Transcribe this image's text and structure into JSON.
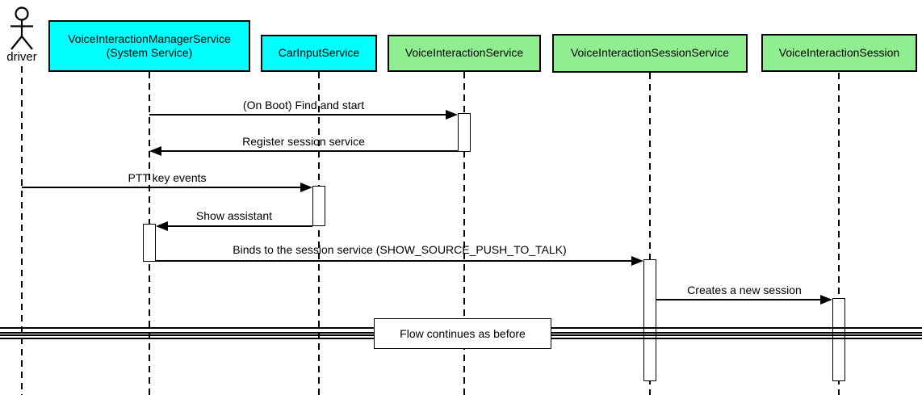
{
  "diagram": {
    "type": "uml-sequence",
    "actor": {
      "name": "driver"
    },
    "participants": [
      {
        "label": "VoiceInteractionManagerService\n(System Service)",
        "color": "#00FFFF"
      },
      {
        "label": "CarInputService",
        "color": "#00FFFF"
      },
      {
        "label": "VoiceInteractionService",
        "color": "#90EE90"
      },
      {
        "label": "VoiceInteractionSessionService",
        "color": "#90EE90"
      },
      {
        "label": "VoiceInteractionSession",
        "color": "#90EE90"
      }
    ],
    "messages": [
      {
        "label": "(On Boot) Find and start",
        "from": "VoiceInteractionManagerService (System Service)",
        "to": "VoiceInteractionService",
        "direction": "right"
      },
      {
        "label": "Register session service",
        "from": "VoiceInteractionService",
        "to": "VoiceInteractionManagerService (System Service)",
        "direction": "left"
      },
      {
        "label": "PTT key events",
        "from": "driver",
        "to": "CarInputService",
        "direction": "right"
      },
      {
        "label": "Show assistant",
        "from": "CarInputService",
        "to": "VoiceInteractionManagerService (System Service)",
        "direction": "left"
      },
      {
        "label": "Binds to the session service (SHOW_SOURCE_PUSH_TO_TALK)",
        "from": "VoiceInteractionManagerService (System Service)",
        "to": "VoiceInteractionSessionService",
        "direction": "right"
      },
      {
        "label": "Creates a new session",
        "from": "VoiceInteractionSessionService",
        "to": "VoiceInteractionSession",
        "direction": "right"
      }
    ],
    "divider": {
      "label": "Flow continues as before"
    },
    "colors": {
      "participant_cyan": "#00FFFF",
      "participant_green": "#90EE90",
      "line": "#000000",
      "background": "#FFFFFF"
    }
  }
}
